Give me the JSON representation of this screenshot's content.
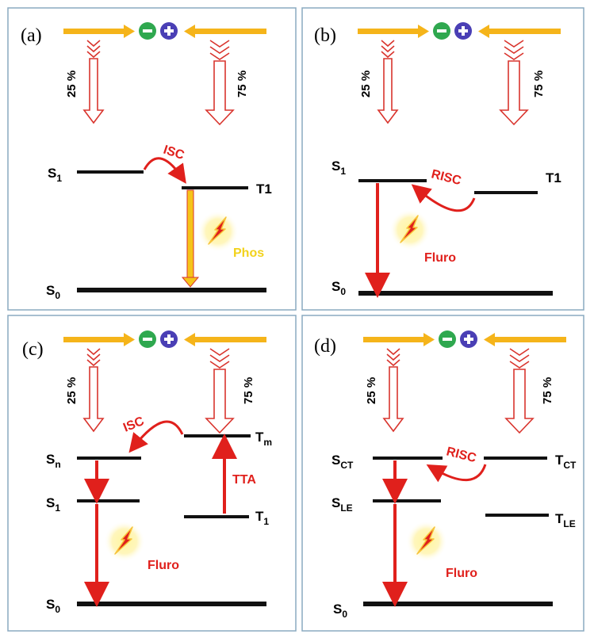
{
  "colors": {
    "panel_border": "#8aaac0",
    "injection_arrow": "#f5b41a",
    "electron": "#2fa84f",
    "hole": "#4a3fb5",
    "exciton_arrow_outline": "#d9352e",
    "transition_red": "#e0201c",
    "phosphorescence_yellow": "#f2d21b",
    "energy_level": "#111111"
  },
  "charges": {
    "electron": "−",
    "hole": "+"
  },
  "panels": {
    "a": {
      "label": "(a)",
      "singlet_pct": "25 %",
      "triplet_pct": "75 %",
      "process": "ISC",
      "emission": "Phos",
      "levels": {
        "s1": "S",
        "s1_sub": "1",
        "t1": "T1",
        "s0": "S",
        "s0_sub": "0"
      }
    },
    "b": {
      "label": "(b)",
      "singlet_pct": "25 %",
      "triplet_pct": "75 %",
      "process": "RISC",
      "emission": "Fluro",
      "levels": {
        "s1": "S",
        "s1_sub": "1",
        "t1": "T1",
        "s0": "S",
        "s0_sub": "0"
      }
    },
    "c": {
      "label": "(c)",
      "singlet_pct": "25 %",
      "triplet_pct": "75 %",
      "process": "ISC",
      "process2": "TTA",
      "emission": "Fluro",
      "levels": {
        "sn": "S",
        "sn_sub": "n",
        "s1": "S",
        "s1_sub": "1",
        "tm": "T",
        "tm_sub": "m",
        "t1": "T",
        "t1_sub": "1",
        "s0": "S",
        "s0_sub": "0"
      }
    },
    "d": {
      "label": "(d)",
      "singlet_pct": "25 %",
      "triplet_pct": "75 %",
      "process": "RISC",
      "emission": "Fluro",
      "levels": {
        "sct": "S",
        "sct_sub": "CT",
        "sle": "S",
        "sle_sub": "LE",
        "tct": "T",
        "tct_sub": "CT",
        "tle": "T",
        "tle_sub": "LE",
        "s0": "S",
        "s0_sub": "0"
      }
    }
  }
}
